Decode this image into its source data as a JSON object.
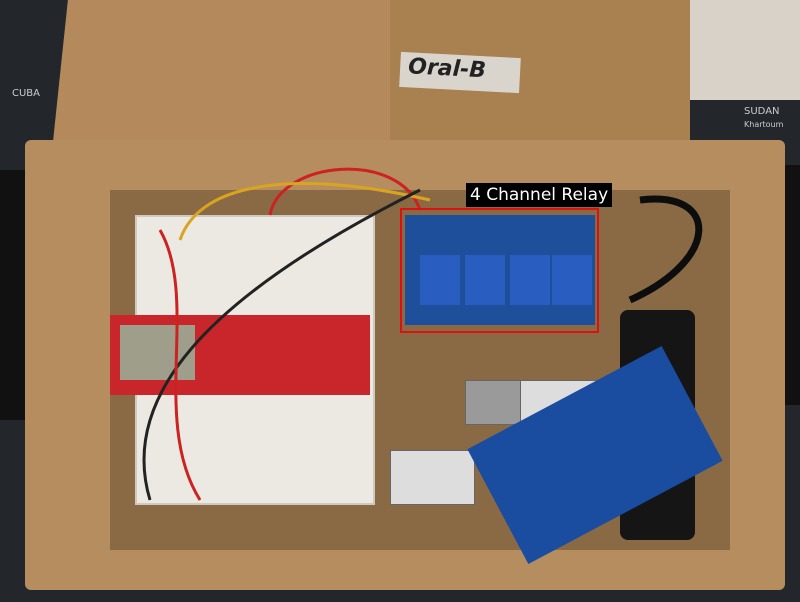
{
  "annotation": {
    "label": "4 Channel Relay",
    "box_color": "#e01010"
  },
  "box_logo": "Oral-B",
  "map_labels": [
    "CUBA",
    "SUDAN",
    "Khartoum"
  ]
}
